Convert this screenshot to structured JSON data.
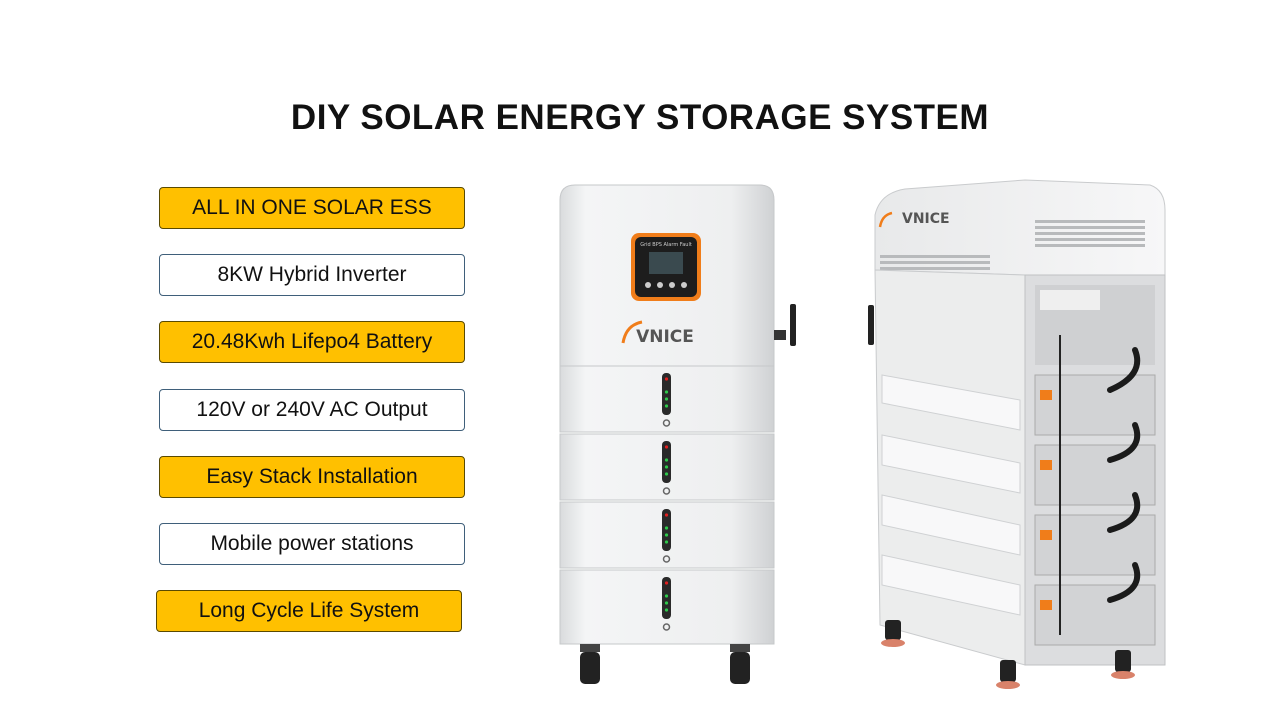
{
  "title": "DIY SOLAR ENERGY STORAGE SYSTEM",
  "features": [
    {
      "label": "ALL IN ONE SOLAR ESS",
      "style": "highlight"
    },
    {
      "label": "8KW Hybrid Inverter",
      "style": "plain"
    },
    {
      "label": "20.48Kwh Lifepo4 Battery",
      "style": "highlight"
    },
    {
      "label": "120V or 240V AC Output",
      "style": "plain"
    },
    {
      "label": "Easy Stack Installation",
      "style": "highlight"
    },
    {
      "label": "Mobile power stations",
      "style": "plain"
    },
    {
      "label": "Long Cycle Life System",
      "style": "highlight"
    }
  ],
  "product": {
    "brand": "VNICE",
    "indicator_labels": [
      "Grid",
      "BPS",
      "Alarm",
      "Fault"
    ]
  },
  "colors": {
    "highlight": "#ffc000",
    "accent_orange": "#f07d1a",
    "led_green": "#2ec84a"
  }
}
